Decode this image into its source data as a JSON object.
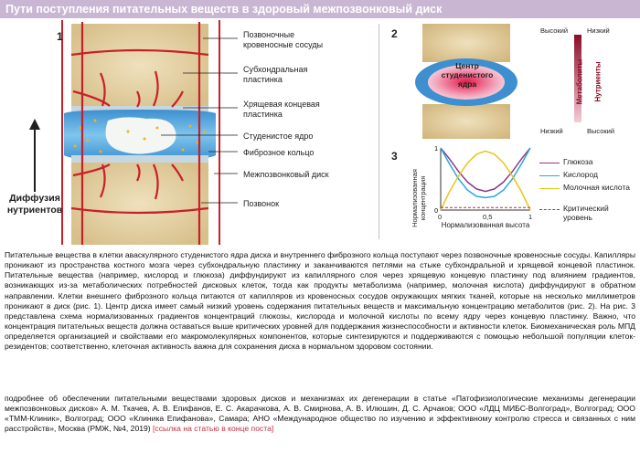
{
  "header": {
    "title": "Пути поступления питательных веществ в здоровый межпозвонковый диск"
  },
  "fig1": {
    "number": "1",
    "labels": {
      "vessels": "Позвоночные кровеносные сосуды",
      "subchondral": "Субхондральная пластинка",
      "endplate": "Хрящевая концевая пластинка",
      "nucleus": "Студенистое ядро",
      "annulus": "Фиброзное кольцо",
      "disc": "Межпозвонковый диск",
      "vertebra": "Позвонок"
    },
    "diffusion": "Диффузия нутриентов"
  },
  "fig2": {
    "number": "2",
    "center": "Центр студенистого ядра",
    "high_left": "Высокий",
    "low_right": "Низкий",
    "low_left": "Низкий",
    "high_right": "Высокий",
    "axis_metabolites": "Метаболиты",
    "axis_nutrients": "Нутриенты",
    "colors": {
      "high": "#8b0d25",
      "low": "#f4ccd6"
    }
  },
  "fig3": {
    "number": "3",
    "ylabel": "Нормализованная концентрация",
    "xlabel": "Нормализованная высота",
    "x_ticks": [
      "0",
      "0,5",
      "1"
    ],
    "y_ticks": [
      "0",
      "1"
    ]
  },
  "chart_data": {
    "type": "line",
    "xlabel": "Нормализованная высота",
    "ylabel": "Нормализованная концентрация",
    "xlim": [
      0,
      1
    ],
    "ylim": [
      0,
      1
    ],
    "x": [
      0,
      0.1,
      0.2,
      0.3,
      0.4,
      0.5,
      0.6,
      0.7,
      0.8,
      0.9,
      1
    ],
    "series": [
      {
        "name": "Глюкоза",
        "color": "#8a3a8c",
        "values": [
          1.0,
          0.82,
          0.62,
          0.45,
          0.34,
          0.3,
          0.34,
          0.45,
          0.62,
          0.82,
          1.0
        ]
      },
      {
        "name": "Кислород",
        "color": "#2aa8d8",
        "values": [
          1.0,
          0.74,
          0.5,
          0.32,
          0.22,
          0.2,
          0.22,
          0.32,
          0.5,
          0.74,
          1.0
        ]
      },
      {
        "name": "Молочная кислота",
        "color": "#e8c51c",
        "values": [
          0.0,
          0.3,
          0.55,
          0.76,
          0.9,
          0.95,
          0.9,
          0.76,
          0.55,
          0.3,
          0.0
        ]
      },
      {
        "name": "Критический уровень",
        "color": "#c0303f",
        "values": [
          0.04,
          0.04,
          0.04,
          0.04,
          0.04,
          0.04,
          0.04,
          0.04,
          0.04,
          0.04,
          0.04
        ]
      }
    ]
  },
  "article": {
    "paragraph": "Питательные вещества в клетки аваскулярного студенистого ядра диска и внутреннего фиброзного кольца поступают через позвоночные кровеносные сосуды. Капилляры проникают из пространства костного мозга через субхондральную пластинку и заканчиваются петлями на стыке субхондральной и хрящевой концевой пластинок. Питательные вещества (например, кислород и глюкоза) диффундируют из капиллярного слоя через хрящевую концевую пластинку под влиянием градиентов, возникающих из-за метаболических потребностей дисковых клеток, тогда как продукты метаболизма (например, молочная кислота) диффундируют в обратном направлении. Клетки внешнего фиброзного кольца питаются от капилляров из кровеносных сосудов окружающих мягких тканей, которые на несколько миллиметров проникают в диск (рис. 1). Центр диска имеет самый низкий уровень содержания питательных веществ и максимальную концентрацию метаболитов (рис. 2). На рис. 3 представлена схема нормализованных градиентов концентраций глюкозы, кислорода и молочной кислоты по всему ядру через концевую пластинку. Важно, что концентрация питательных веществ должна оставаться выше критических уровней для поддержания жизнеспособности и активности клеток. Биомеханическая роль МПД определяется организацией и свойствами его макромолекулярных компонентов, которые синтезируются и поддерживаются с помощью небольшой популяции клеток-резидентов; соответственно, клеточная активность важна для сохранения диска в нормальном здоровом состоянии.",
    "reference": "подробнее об обеспечении питательными веществами здоровых дисков и механизмах их дегенерации в статье «Патофизиологические механизмы дегенерации межпозвонковых дисков» А. М. Ткачев, А. В. Епифанов, Е. С. Акарачкова, А. В. Смирнова, А. В. Илюшин, Д. С. Арчаков; ООО «ЛДЦ МИБС-Волгоград», Волгоград; ООО «ТММ-Клиник», Волгоград; ООО «Клиника Епифанова», Самара; АНО «Международное общество по изучению и эффективному контролю стресса и связанных с ним расстройств», Москва (РМЖ, №4, 2019)",
    "link": "[ссылка на статью в конце поста]"
  }
}
